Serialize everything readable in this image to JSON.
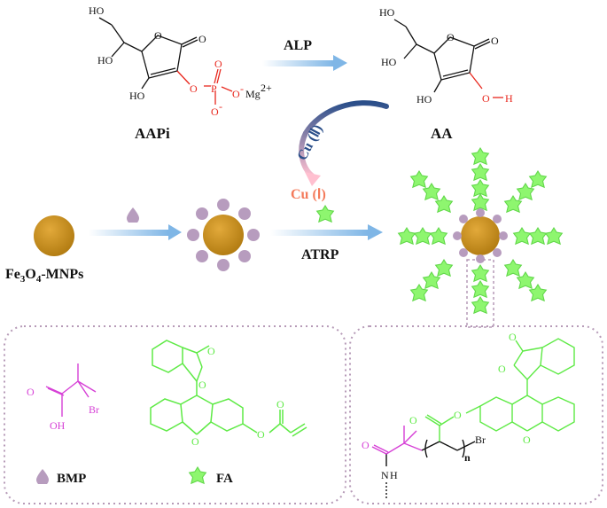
{
  "labels": {
    "aapi": "AAPi",
    "aa": "AA",
    "alp": "ALP",
    "cu2": "Cu (Ⅱ)",
    "cu1": "Cu (Ⅰ)",
    "atrp": "ATRP",
    "mnp_fe": "Fe",
    "mnp_3": "3",
    "mnp_o": "O",
    "mnp_4": "4",
    "mnp_rest": "-MNPs",
    "bmp": "BMP",
    "fa": "FA"
  },
  "atoms": {
    "ho": "HO",
    "oh": "OH",
    "o": "O",
    "p": "P",
    "o_minus": "O",
    "minus": "-",
    "mg": "Mg",
    "mg_charge": "2+",
    "o_h": "O",
    "h": "H",
    "br": "Br",
    "n": "N",
    "nh_h": "H",
    "n_sub": "n"
  },
  "colors": {
    "black": "#111111",
    "red": "#e8261c",
    "magenta": "#d63fd6",
    "green": "#5eea45",
    "green_fill": "#8ef66f",
    "gold": "#c8901a",
    "bmp_purple": "#b79cbe",
    "cu2_blue": "#2b4f8a",
    "cu1_salmon": "#f47a5a",
    "arrow_blue": "#8fc2ee",
    "dash_box": "#b69ab7"
  }
}
